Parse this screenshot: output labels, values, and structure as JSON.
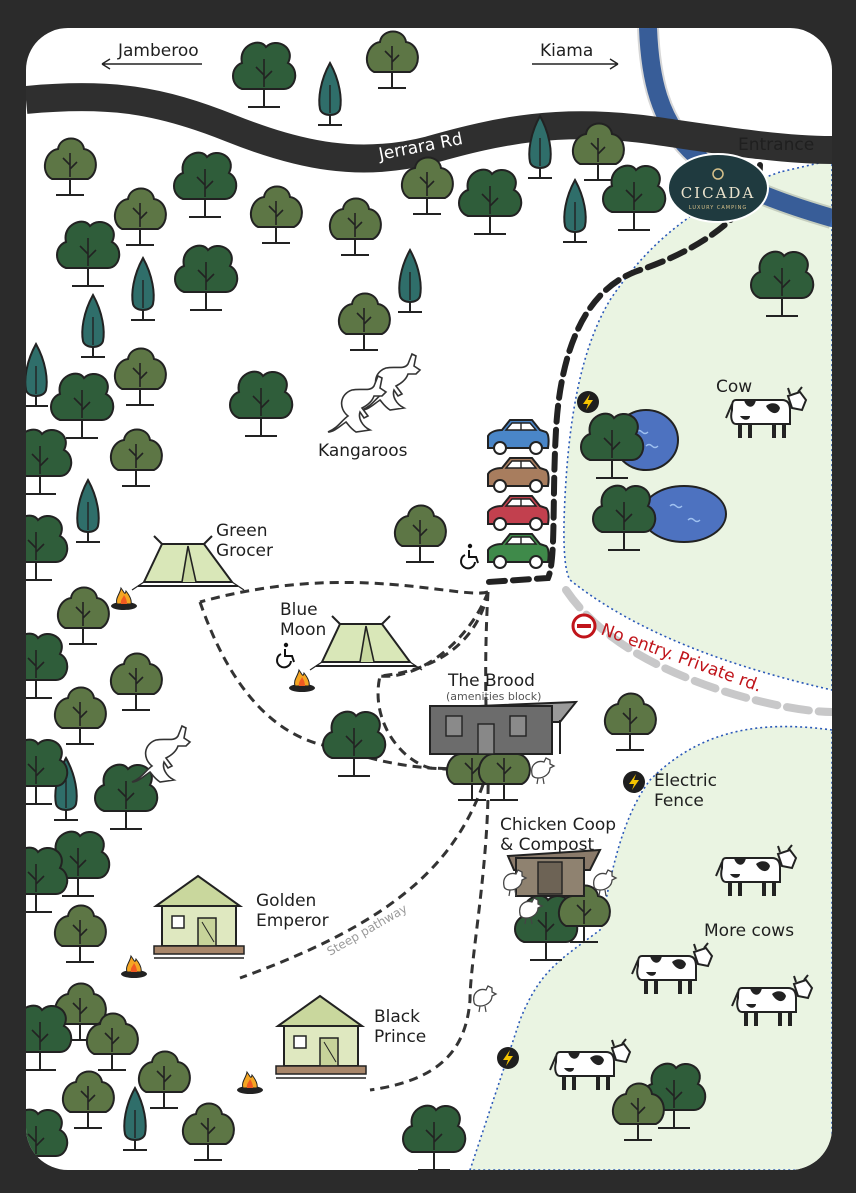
{
  "map": {
    "road_name": "Jerrara Rd",
    "direction_left": "Jamberoo",
    "direction_right": "Kiama",
    "entrance": "Entrance",
    "logo_name": "CICADA",
    "logo_tagline": "LUXURY CAMPING",
    "no_entry": "No entry. Private rd.",
    "steep_pathway": "Steep pathway"
  },
  "places": {
    "kangaroos": "Kangaroos",
    "green_grocer": "Green\nGrocer",
    "blue_moon": "Blue\nMoon",
    "the_brood": "The Brood",
    "amenities": "(amenities block)",
    "chicken_coop": "Chicken Coop\n& Compost",
    "golden_emperor": "Golden\nEmperor",
    "black_prince": "Black\nPrince",
    "cow": "Cow",
    "more_cows": "More cows",
    "electric_fence": "Electric\nFence"
  },
  "colors": {
    "frame": "#2b2b2b",
    "paper": "#ffffff",
    "paddock": "#eaf4e2",
    "tree_dark": "#2f5d3a",
    "tree_mid": "#5d7645",
    "tree_teal": "#2f6e6a",
    "river": "#3e6bb3",
    "road": "#2f2f2f",
    "private_road": "#c8c8c9",
    "no_entry_red": "#c0141a",
    "tent": "#d9e7b8",
    "hut": "#dfe8c0",
    "fire": "#f5a623"
  },
  "icons": [
    "tree-icon",
    "car-icon",
    "tent-icon",
    "cabin-icon",
    "cow-icon",
    "kangaroo-icon",
    "chicken-icon",
    "firepit-icon",
    "electric-icon",
    "wheelchair-icon",
    "no-entry-icon"
  ]
}
